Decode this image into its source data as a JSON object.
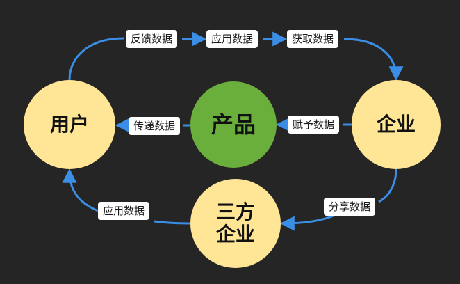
{
  "colors": {
    "background": "#252525",
    "arrow": "#3a8ee6",
    "circle_light": "#ffe596",
    "circle_green": "#6aae3c",
    "label_bg": "#ffffff"
  },
  "nodes": {
    "user": "用户",
    "product": "产品",
    "enterprise": "企业",
    "third_party_line1": "三方",
    "third_party_line2": "企业"
  },
  "edges": {
    "feedback": "反馈数据",
    "apply_top": "应用数据",
    "acquire": "获取数据",
    "transfer": "传递数据",
    "grant": "赋予数据",
    "share": "分享数据",
    "apply_bottom": "应用数据"
  }
}
